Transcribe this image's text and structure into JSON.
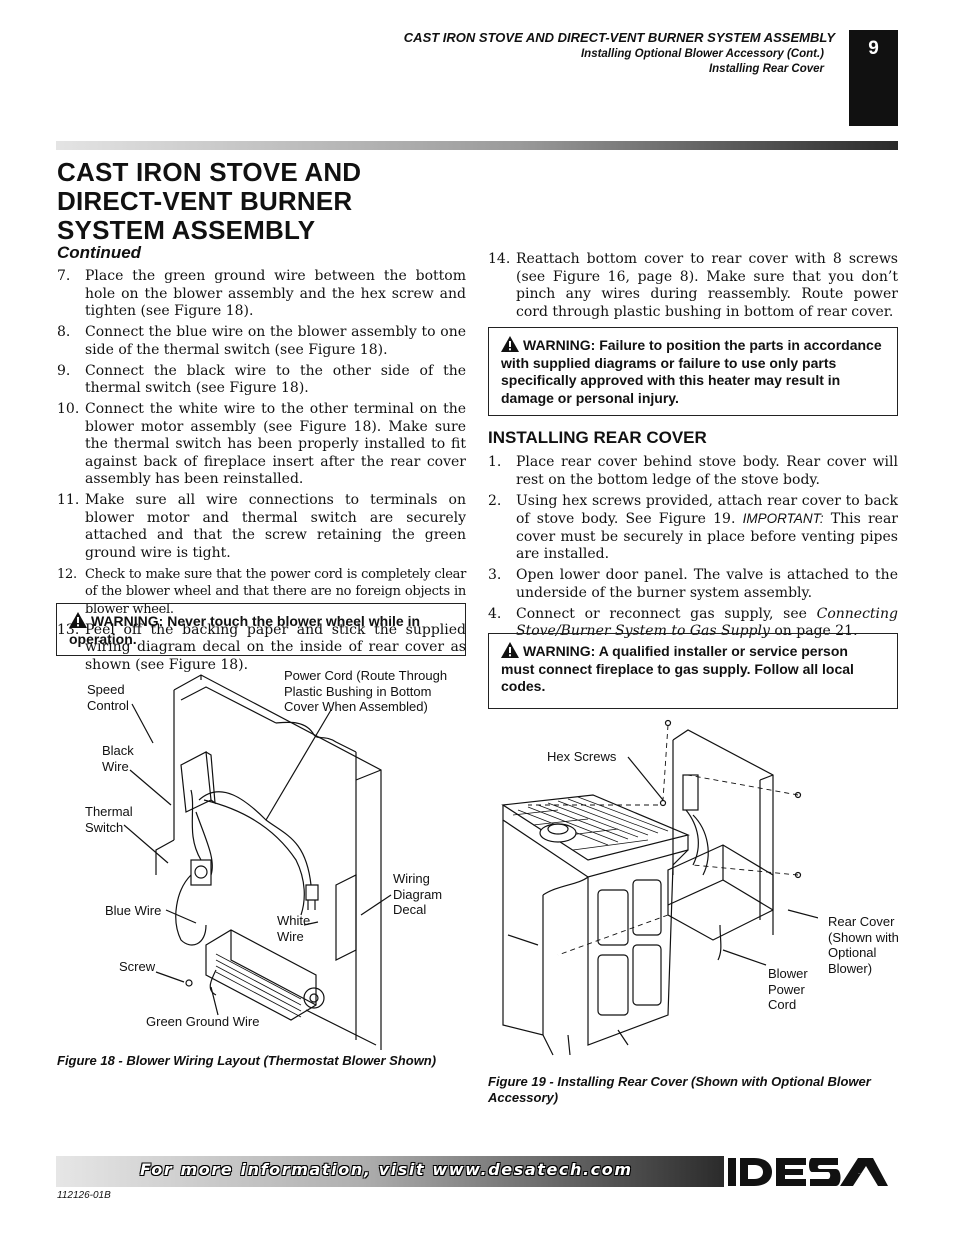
{
  "header": {
    "title": "CAST IRON STOVE AND DIRECT-VENT BURNER SYSTEM ASSEMBLY",
    "sub1": "Installing Optional Blower Accessory (Cont.)",
    "sub2": "Installing Rear Cover",
    "page_number": "9"
  },
  "section": {
    "title_line1": "CAST IRON STOVE AND",
    "title_line2": "DIRECT-VENT BURNER",
    "title_line3": "SYSTEM ASSEMBLY",
    "continued": "Continued"
  },
  "left_steps": [
    {
      "num": "7.",
      "text": "Place the green ground wire between the bottom hole on the blower assembly and the hex screw and tighten (see Figure 18)."
    },
    {
      "num": "8.",
      "text": "Connect the blue wire on the blower assembly to one side of the thermal switch (see Figure 18)."
    },
    {
      "num": "9.",
      "text": "Connect the black wire to the other side of the thermal switch (see Figure 18)."
    },
    {
      "num": "10.",
      "text": "Connect the white wire to the other terminal on the blower motor assembly (see Figure 18). Make sure the thermal switch has been properly installed to fit against back of fireplace insert after the rear cover assembly has been reinstalled."
    },
    {
      "num": "11.",
      "text": "Make sure all wire connections to terminals on blower motor and thermal switch are securely attached and that the screw retaining the green ground wire is tight."
    },
    {
      "num": "12.",
      "text": "Check to make sure that the power cord is completely clear of the blower wheel and that there are no foreign objects in blower wheel."
    },
    {
      "num": "13.",
      "text": "Peel off the backing paper and stick the supplied wiring diagram decal on the inside of rear cover as shown (see Figure 18)."
    }
  ],
  "warning_blower": "WARNING: Never touch the blower wheel while in operation.",
  "figure18": {
    "caption": "Figure 18 - Blower Wiring Layout (Thermostat Blower Shown)",
    "labels": {
      "speed_control_1": "Speed",
      "speed_control_2": "Control",
      "black_wire_1": "Black",
      "black_wire_2": "Wire",
      "thermal_switch_1": "Thermal",
      "thermal_switch_2": "Switch",
      "blue_wire": "Blue Wire",
      "screw": "Screw",
      "green_ground_wire": "Green Ground Wire",
      "white_wire_1": "White",
      "white_wire_2": "Wire",
      "power_cord_1": "Power Cord (Route Through",
      "power_cord_2": "Plastic Bushing in Bottom",
      "power_cord_3": "Cover When Assembled)",
      "wiring_decal_1": "Wiring",
      "wiring_decal_2": "Diagram",
      "wiring_decal_3": "Decal"
    }
  },
  "right_step14": {
    "num": "14.",
    "text": "Reattach bottom cover to rear cover with 8 screws (see Figure 16, page 8). Make sure that you don’t pinch any wires during reassembly. Route power cord through plastic bushing in bottom of rear cover."
  },
  "warning_parts": "WARNING: Failure to position the parts in accordance with supplied diagrams or failure to use only parts specifically approved with this heater may result in damage or personal injury.",
  "installing_rear_cover": {
    "heading": "INSTALLING REAR COVER",
    "step1_num": "1.",
    "step1": "Place rear cover behind stove body. Rear cover will rest on the bottom ledge of the stove body.",
    "step2_num": "2.",
    "step2_a": "Using hex screws provided, attach rear cover to back of stove body. See Figure 19.",
    "step2_important": "IMPORTANT:",
    "step2_b": "This rear cover must be securely in place before venting pipes are installed.",
    "step3_num": "3.",
    "step3": "Open lower door panel. The valve is attached to the underside of the burner system assembly.",
    "step4_num": "4.",
    "step4_a": "Connect or reconnect gas supply, see",
    "step4_ref": "Connecting Stove/Burner System to Gas Supply",
    "step4_b": "on page 21."
  },
  "warning_installer": "WARNING: A qualified installer or service person must connect fireplace to gas supply. Follow all local codes.",
  "figure19": {
    "caption": "Figure 19 - Installing Rear Cover (Shown with Optional Blower Accessory)",
    "labels": {
      "hex_screws": "Hex Screws",
      "rear_cover_1": "Rear Cover",
      "rear_cover_2": "(Shown with",
      "rear_cover_3": "Optional",
      "rear_cover_4": "Blower)",
      "blower_cord_1": "Blower",
      "blower_cord_2": "Power",
      "blower_cord_3": "Cord"
    }
  },
  "footer": {
    "text": "For more information, visit www.desatech.com",
    "brand": "DESA",
    "part_number": "112126-01B"
  }
}
